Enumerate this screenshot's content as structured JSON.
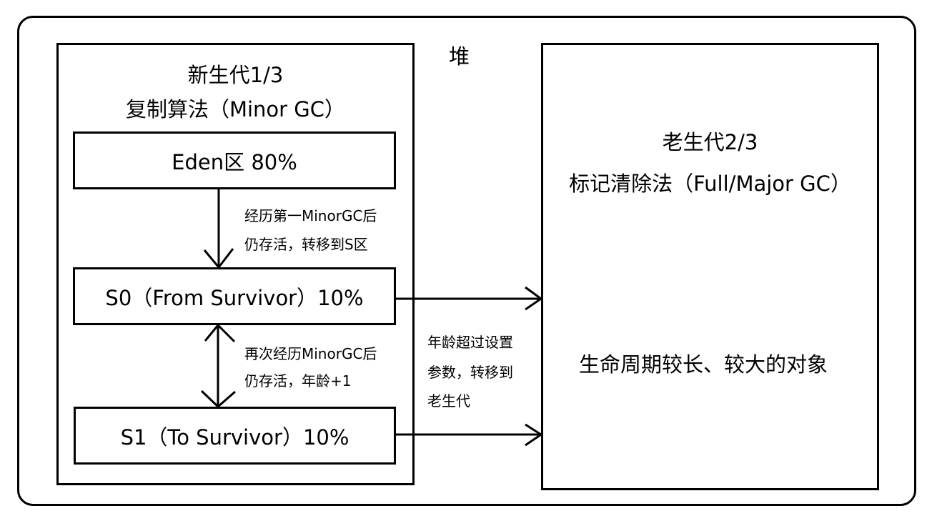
{
  "heap": {
    "title": "堆"
  },
  "young_generation": {
    "title": "新生代1/3",
    "algorithm": "复制算法（Minor GC）",
    "eden": {
      "label": "Eden区 80%"
    },
    "s0": {
      "label": "S0（From Survivor）10%"
    },
    "s1": {
      "label": "S1（To Survivor）10%"
    }
  },
  "old_generation": {
    "title": "老生代2/3",
    "algorithm": "标记清除法（Full/Major GC）",
    "description": "生命周期较长、较大的对象"
  },
  "annotations": {
    "eden_to_s": {
      "line1": "经历第一MinorGC后",
      "line2": "仍存活，转移到S区"
    },
    "s0_s1": {
      "line1": "再次经历MinorGC后",
      "line2": "仍存活，年龄+1"
    },
    "to_old": {
      "line1": "年龄超过设置",
      "line2": "参数，转移到",
      "line3": "老生代"
    }
  }
}
